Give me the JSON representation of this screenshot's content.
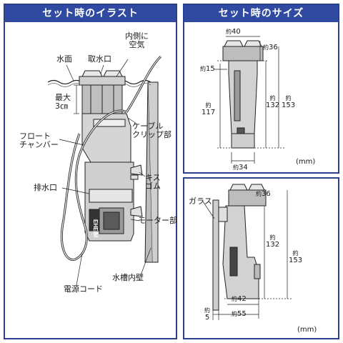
{
  "left_panel": {
    "title": "セット時のイラスト",
    "labels": {
      "inner_air_1": "内側に",
      "inner_air_2": "空気",
      "water_surface": "水面",
      "intake": "取水口",
      "max_1": "最大",
      "max_2": "3㎝",
      "cable_clip_1": "ケーブル",
      "cable_clip_2": "クリップ部",
      "float_1": "フロート",
      "float_2": "チャンバー",
      "outlet": "排水口",
      "suction_1": "キス",
      "suction_2": "ゴム",
      "motor": "モーター部",
      "tank_wall": "水槽内壁",
      "power_cord": "電源コード"
    },
    "brand": "EHEIM"
  },
  "size_panel_top": {
    "title": "セット時のサイズ",
    "dims": {
      "w40_prefix": "約",
      "w40": "40",
      "h36_prefix": "約",
      "h36": "36",
      "d15_prefix": "約",
      "d15": "15",
      "h117_prefix": "約",
      "h117": "117",
      "h132_prefix": "約",
      "h132": "132",
      "h153_prefix": "約",
      "h153": "153",
      "w34_prefix": "約",
      "w34": "34"
    },
    "unit": "(mm)"
  },
  "size_panel_bottom": {
    "glass": "ガラス",
    "dims": {
      "h36_prefix": "約",
      "h36": "36",
      "h132_prefix": "約",
      "h132": "132",
      "h153_prefix": "約",
      "h153": "153",
      "w42_prefix": "約",
      "w42": "42",
      "w55_prefix": "約",
      "w55": "55",
      "g5_prefix": "約",
      "g5": "5"
    },
    "unit": "(mm)"
  }
}
